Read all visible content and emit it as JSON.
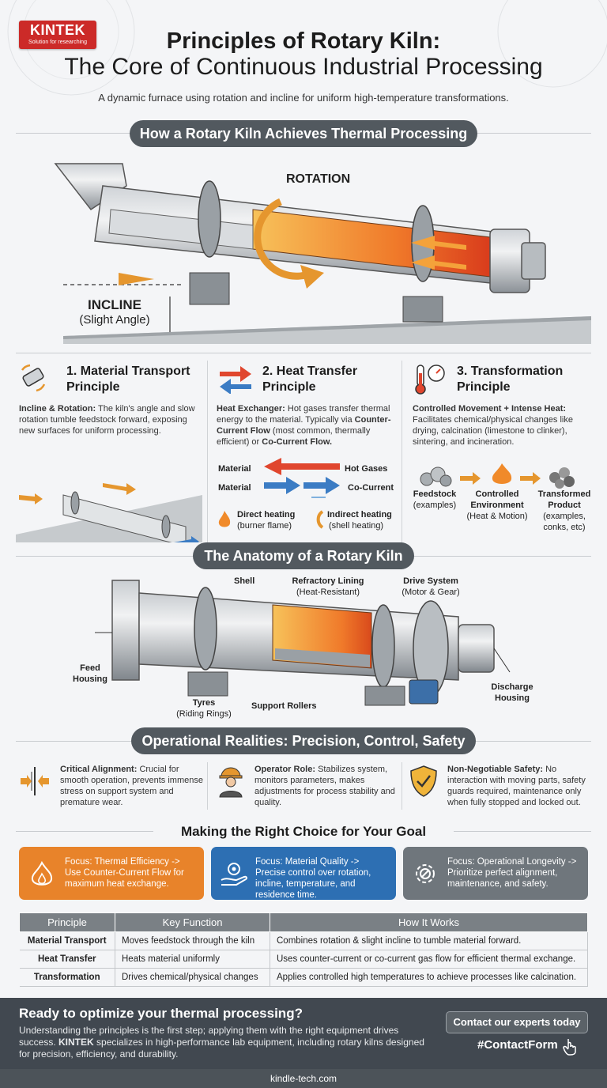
{
  "brand": {
    "name": "KINTEK",
    "tagline": "Solution for researching"
  },
  "header": {
    "title_line1": "Principles of Rotary Kiln:",
    "title_line2": "The Core of Continuous Industrial Processing",
    "subtitle": "A dynamic furnace using rotation and incline for uniform high-temperature transformations."
  },
  "section1": {
    "heading": "How a Rotary Kiln Achieves Thermal Processing",
    "rotation_label": "ROTATION",
    "incline_label": "INCLINE",
    "incline_sub": "(Slight Angle)"
  },
  "principles": [
    {
      "number": "1. Material Transport",
      "title2": "Principle",
      "lead": "Incline & Rotation:",
      "text": " The kiln's angle and slow rotation tumble feedstock forward, exposing new surfaces for uniform processing."
    },
    {
      "number": "2. Heat Transfer",
      "title2": "Principle",
      "lead": "Heat Exchanger:",
      "text": " Hot gases transfer thermal energy to the material. Typically via ",
      "em1": "Counter-Current Flow",
      "mid": " (most common, thermally efficient) or ",
      "em2": "Co-Current Flow.",
      "flow_material": "Material",
      "flow_hot_gases": "Hot Gases",
      "flow_co_current": "Co-Current",
      "direct": "Direct heating",
      "direct_sub": "(burner flame)",
      "indirect": "Indirect heating",
      "indirect_sub": "(shell heating)"
    },
    {
      "number": "3. Transformation",
      "title2": "Principle",
      "lead": "Controlled Movement + Intense Heat:",
      "text": " Facilitates chemical/physical changes like drying, calcination (limestone to clinker), sintering, and incineration.",
      "s1": "Feedstock",
      "s1b": "(examples)",
      "s2": "Controlled",
      "s2b": "Environment",
      "s2c": "(Heat & Motion)",
      "s3": "Transformed",
      "s3b": "Product",
      "s3c": "(examples,",
      "s3d": "conks, etc)"
    }
  ],
  "anatomy": {
    "heading": "The Anatomy of a Rotary Kiln",
    "shell": "Shell",
    "refractory": "Refractory Lining",
    "refractory_sub": "(Heat-Resistant)",
    "drive": "Drive System",
    "drive_sub": "(Motor & Gear)",
    "feed": "Feed",
    "feed2": "Housing",
    "discharge": "Discharge",
    "discharge2": "Housing",
    "tyres": "Tyres",
    "tyres_sub": "(Riding Rings)",
    "rollers": "Support Rollers"
  },
  "operational": {
    "heading": "Operational Realities: Precision, Control, Safety",
    "items": [
      {
        "lead": "Critical Alignment:",
        "text": " Crucial for smooth operation, prevents immense stress on support system and premature wear."
      },
      {
        "lead": "Operator Role:",
        "text": " Stabilizes system, monitors parameters, makes adjustments for process stability and quality."
      },
      {
        "lead": "Non-Negotiable Safety:",
        "text": " No interaction with moving parts, safety guards required, maintenance only when fully stopped and locked out."
      }
    ]
  },
  "choice": {
    "heading": "Making the Right Choice for Your Goal",
    "cards": [
      {
        "text": "Focus: Thermal Efficiency -> Use Counter-Current Flow for maximum heat exchange.",
        "color": "#e8832a"
      },
      {
        "text": "Focus: Material Quality -> Precise control over rotation, incline, temperature, and residence time.",
        "color": "#2d6fb3"
      },
      {
        "text": "Focus: Operational Longevity -> Prioritize perfect alignment, maintenance, and safety.",
        "color": "#6f767c"
      }
    ]
  },
  "table": {
    "headers": [
      "Principle",
      "Key Function",
      "How It Works"
    ],
    "rows": [
      [
        "Material Transport",
        "Moves feedstock through the kiln",
        "Combines rotation & slight incline to tumble material forward."
      ],
      [
        "Heat Transfer",
        "Heats material uniformly",
        "Uses counter-current or co-current gas flow for efficient thermal exchange."
      ],
      [
        "Transformation",
        "Drives chemical/physical changes",
        "Applies controlled high temperatures to achieve processes like calcination."
      ]
    ]
  },
  "footer": {
    "heading": "Ready to optimize your thermal processing?",
    "text1": "Understanding the principles is the first step; applying them with the right equipment drives success. ",
    "brand": "KINTEK",
    "text2": " specializes in high-performance lab equipment, including rotary kilns designed for precision, efficiency, and durability.",
    "button": "Contact our experts today",
    "hashtag": "#ContactForm",
    "url": "kindle-tech.com"
  }
}
